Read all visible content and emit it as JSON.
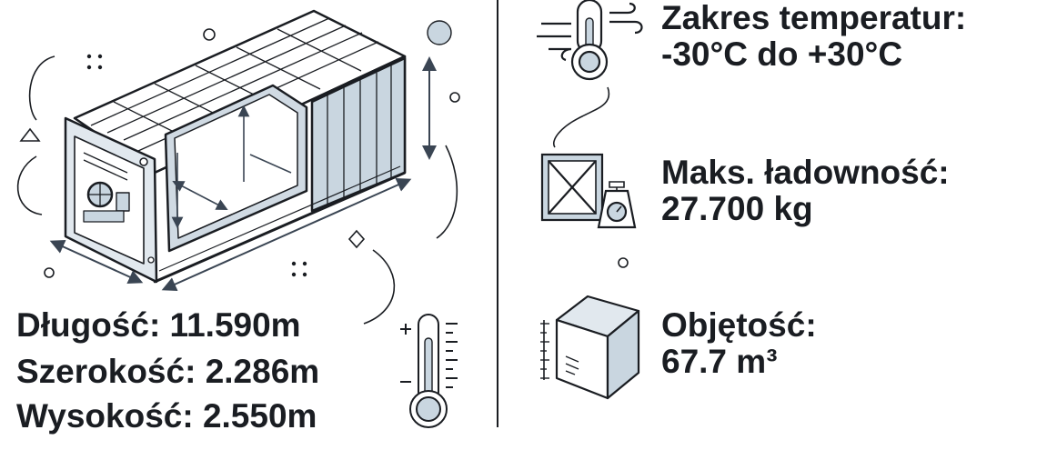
{
  "dimensions": {
    "length": "Długość: 11.590m",
    "width": "Szerokość: 2.286m",
    "height": "Wysokość: 2.550m"
  },
  "specs": {
    "temperature": {
      "label": "Zakres temperatur:",
      "value": "-30°C do +30°C"
    },
    "payload": {
      "label": "Maks. ładowność:",
      "value": "27.700 kg"
    },
    "volume": {
      "label": "Objętość:",
      "value": "67.7 m³"
    }
  },
  "icons": {
    "container": "reefer-container-illustration",
    "temperature": "thermometer-wind-icon",
    "payload": "crate-scale-icon",
    "volume": "cube-icon",
    "dimensions": "thermometer-scale-icon"
  },
  "colors": {
    "ink": "#1a1d22",
    "accent_fill": "#c9d6e0",
    "panel_fill": "#e1e8ee"
  }
}
